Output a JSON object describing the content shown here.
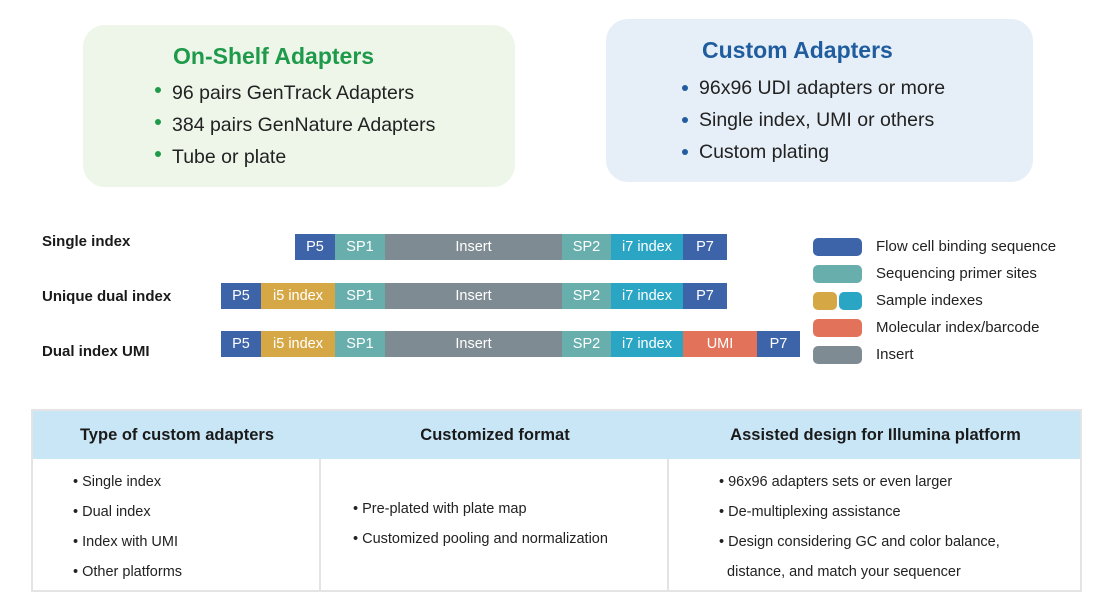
{
  "on_shelf": {
    "title": "On-Shelf Adapters",
    "items": [
      "96 pairs GenTrack Adapters",
      "384 pairs GenNature Adapters",
      "Tube or plate"
    ],
    "accent": "#1e9a4a"
  },
  "custom": {
    "title": "Custom Adapters",
    "items": [
      "96x96 UDI adapters or more",
      "Single index, UMI or others",
      "Custom plating"
    ],
    "accent": "#1f5d9e"
  },
  "constructs": [
    {
      "label": "Single index",
      "segments": [
        {
          "label": "P5",
          "type": "flow"
        },
        {
          "label": "SP1",
          "type": "primer"
        },
        {
          "label": "Insert",
          "type": "insert"
        },
        {
          "label": "SP2",
          "type": "primer"
        },
        {
          "label": "i7 index",
          "type": "i7"
        },
        {
          "label": "P7",
          "type": "flow"
        }
      ]
    },
    {
      "label": "Unique dual index",
      "segments": [
        {
          "label": "P5",
          "type": "flow"
        },
        {
          "label": "i5 index",
          "type": "i5"
        },
        {
          "label": "SP1",
          "type": "primer"
        },
        {
          "label": "Insert",
          "type": "insert"
        },
        {
          "label": "SP2",
          "type": "primer"
        },
        {
          "label": "i7 index",
          "type": "i7"
        },
        {
          "label": "P7",
          "type": "flow"
        }
      ]
    },
    {
      "label": "Dual index UMI",
      "segments": [
        {
          "label": "P5",
          "type": "flow"
        },
        {
          "label": "i5 index",
          "type": "i5"
        },
        {
          "label": "SP1",
          "type": "primer"
        },
        {
          "label": "Insert",
          "type": "insert"
        },
        {
          "label": "SP2",
          "type": "primer"
        },
        {
          "label": "i7 index",
          "type": "i7"
        },
        {
          "label": "UMI",
          "type": "umi"
        },
        {
          "label": "P7",
          "type": "flow"
        }
      ]
    }
  ],
  "colors": {
    "flow": "#3d64a8",
    "primer": "#68aead",
    "i5": "#d5a845",
    "i7": "#2aa5c3",
    "umi": "#e2735a",
    "insert": "#7f8b92"
  },
  "legend": [
    {
      "label": "Flow cell binding sequence",
      "colors": [
        "#3d64a8"
      ]
    },
    {
      "label": "Sequencing primer sites",
      "colors": [
        "#68aead"
      ]
    },
    {
      "label": "Sample indexes",
      "colors": [
        "#d5a845",
        "#2aa5c3"
      ]
    },
    {
      "label": "Molecular index/barcode",
      "colors": [
        "#e2735a"
      ]
    },
    {
      "label": "Insert",
      "colors": [
        "#7f8b92"
      ]
    }
  ],
  "table": {
    "headers": [
      "Type of custom adapters",
      "Customized format",
      "Assisted design for Illumina platform"
    ],
    "columns": [
      [
        "• Single index",
        "• Dual index",
        "• Index with UMI",
        "• Other platforms"
      ],
      [
        "• Pre-plated with plate map",
        "• Customized pooling and normalization"
      ],
      [
        "• 96x96 adapters sets or even larger",
        "• De-multiplexing assistance",
        "• Design considering GC and color balance,",
        "  distance, and match your sequencer"
      ]
    ],
    "header_bg": "#c9e6f6"
  }
}
